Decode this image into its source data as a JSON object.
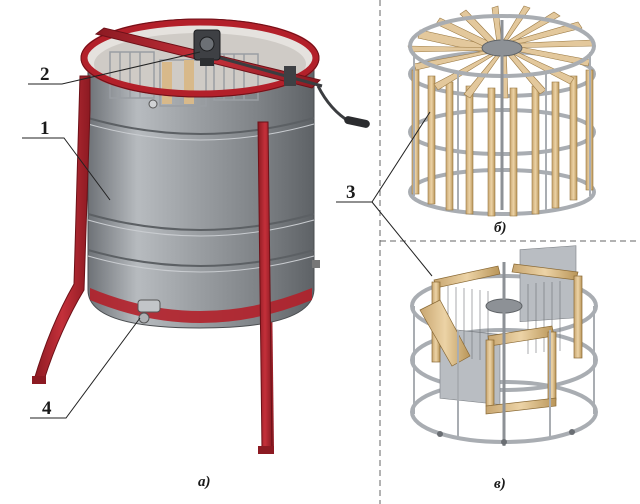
{
  "callouts": [
    {
      "label": "1",
      "part": "drum"
    },
    {
      "label": "2",
      "part": "drive"
    },
    {
      "label": "3",
      "part": "cassette"
    },
    {
      "label": "4",
      "part": "tap"
    }
  ],
  "captions": {
    "a": "а)",
    "b": "б)",
    "c": "в)"
  },
  "colors": {
    "frame_red": "#b3202a",
    "drum_steel": "#8e9296",
    "wood": "#d8b98a",
    "wire": "#a9adb2",
    "leader": "#222222"
  }
}
